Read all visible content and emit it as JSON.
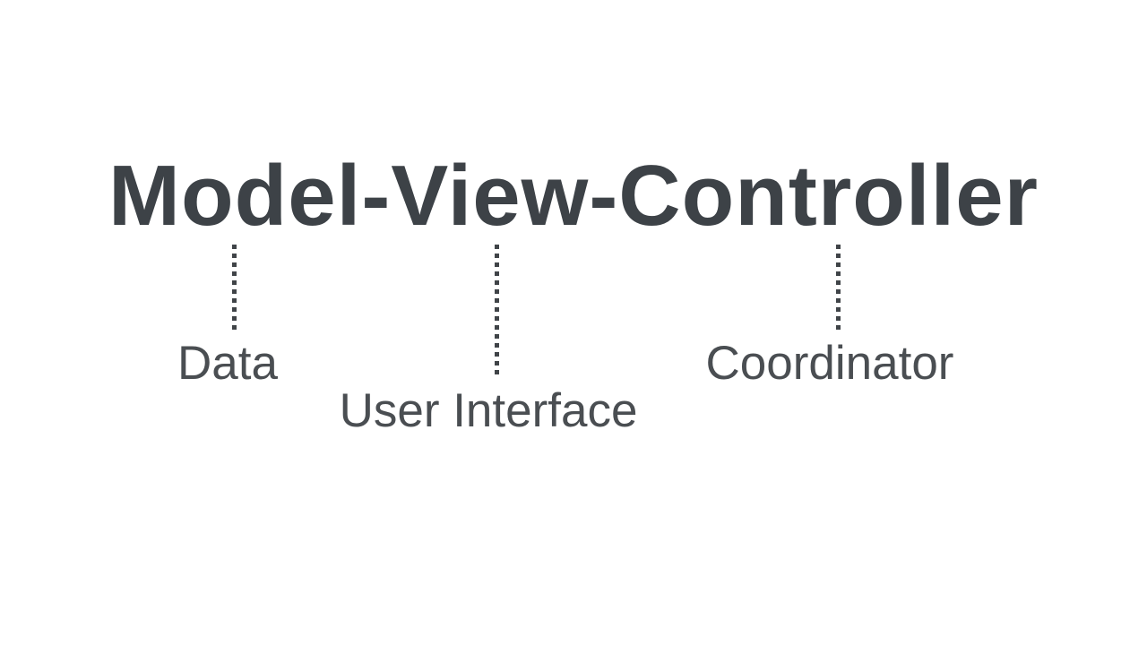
{
  "colors": {
    "background": "#ffffff",
    "title": "#3d4247",
    "label": "#4a4e52",
    "connector": "#404448"
  },
  "diagram": {
    "title": "Model-View-Controller",
    "labels": [
      {
        "text": "Data"
      },
      {
        "text": "User Interface"
      },
      {
        "text": "Coordinator"
      }
    ]
  }
}
